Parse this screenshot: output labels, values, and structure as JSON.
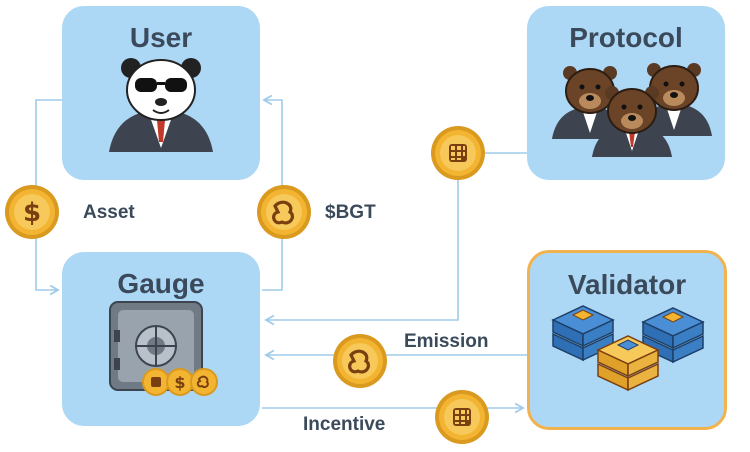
{
  "nodes": {
    "user": {
      "title": "User"
    },
    "protocol": {
      "title": "Protocol"
    },
    "gauge": {
      "title": "Gauge"
    },
    "validator": {
      "title": "Validator"
    }
  },
  "edges": {
    "asset": {
      "label": "Asset"
    },
    "bgt": {
      "label": "$BGT"
    },
    "emission": {
      "label": "Emission"
    },
    "incentive": {
      "label": "Incentive"
    }
  },
  "colors": {
    "card_fill": "#acd8f6",
    "validator_border": "#f2b24d",
    "connector": "#9fcbe8",
    "coin": "#f2b431",
    "title_text": "#3b4a5b"
  }
}
